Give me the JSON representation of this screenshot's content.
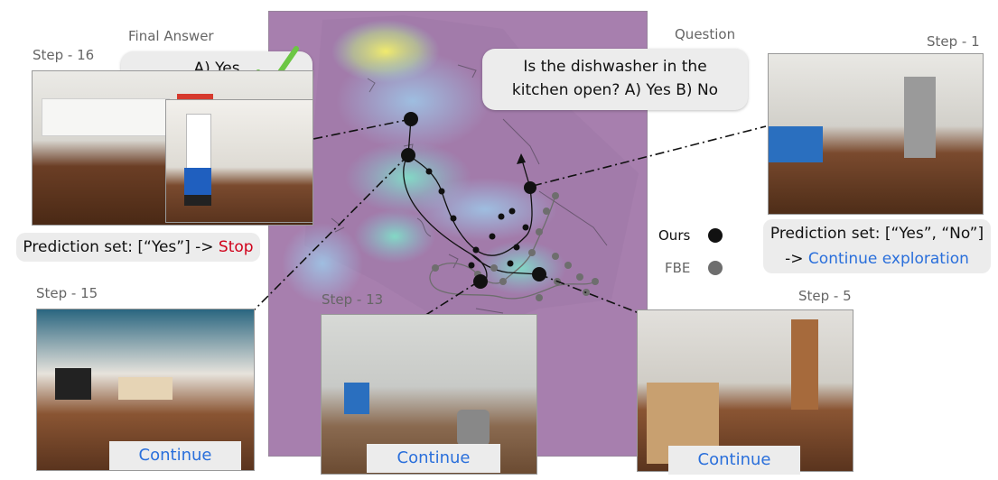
{
  "final_answer": {
    "heading": "Final Answer",
    "text": "A) Yes",
    "check_color": "#6cc644"
  },
  "question": {
    "heading": "Question",
    "line1": "Is the dishwasher in the",
    "line2": "kitchen open? A) Yes B) No"
  },
  "steps": {
    "s16": "Step - 16",
    "s15": "Step - 15",
    "s13": "Step - 13",
    "s5": "Step - 5",
    "s1": "Step - 1"
  },
  "prediction_left": {
    "prefix": "Prediction set: [“Yes”] -> ",
    "action": "Stop",
    "action_color": "#d0021b"
  },
  "prediction_right": {
    "line1": "Prediction set: [“Yes”, “No”]",
    "arrow": "-> ",
    "action": "Continue exploration",
    "action_color": "#2a6fdb"
  },
  "continue_labels": {
    "step15": "Continue",
    "step13": "Continue",
    "step5": "Continue"
  },
  "legend": {
    "ours": "Ours",
    "fbe": "FBE",
    "ours_color": "#111111",
    "fbe_color": "#6e6e6e"
  },
  "colors": {
    "map_bg": "#a77fae",
    "map_border": "#8a8a8a"
  }
}
